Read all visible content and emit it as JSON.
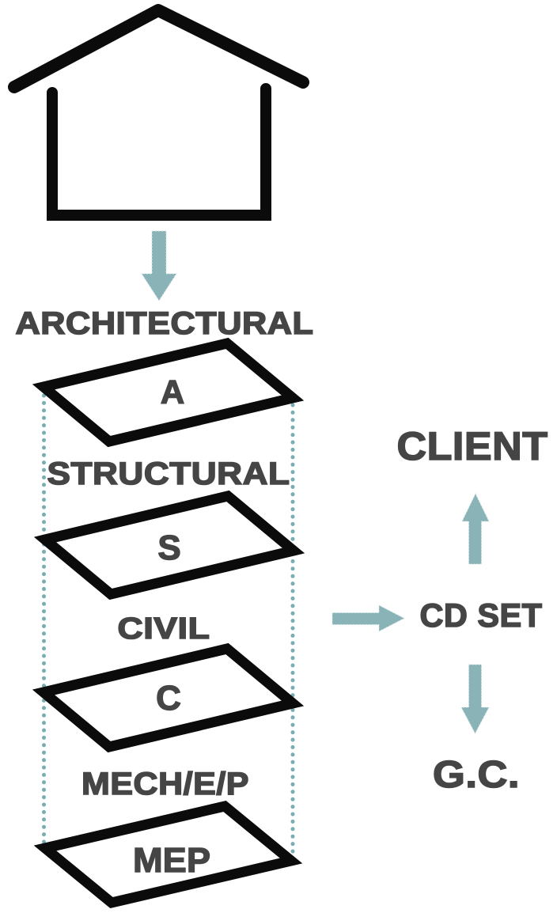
{
  "diagram": {
    "source_icon": "house-icon",
    "disciplines": [
      {
        "label": "ARCHITECTURAL",
        "sheet_code": "A"
      },
      {
        "label": "STRUCTURAL",
        "sheet_code": "S"
      },
      {
        "label": "CIVIL",
        "sheet_code": "C"
      },
      {
        "label": "MECH/E/P",
        "sheet_code": "MEP"
      }
    ],
    "deliverable_label": "CD SET",
    "recipient_up_label": "CLIENT",
    "recipient_down_label": "G.C.",
    "colors": {
      "accent_teal": "#8AB3B7",
      "dotted_teal": "#79ADB2",
      "outline_black": "#0B0B0B",
      "text_gray": "#454545"
    }
  }
}
